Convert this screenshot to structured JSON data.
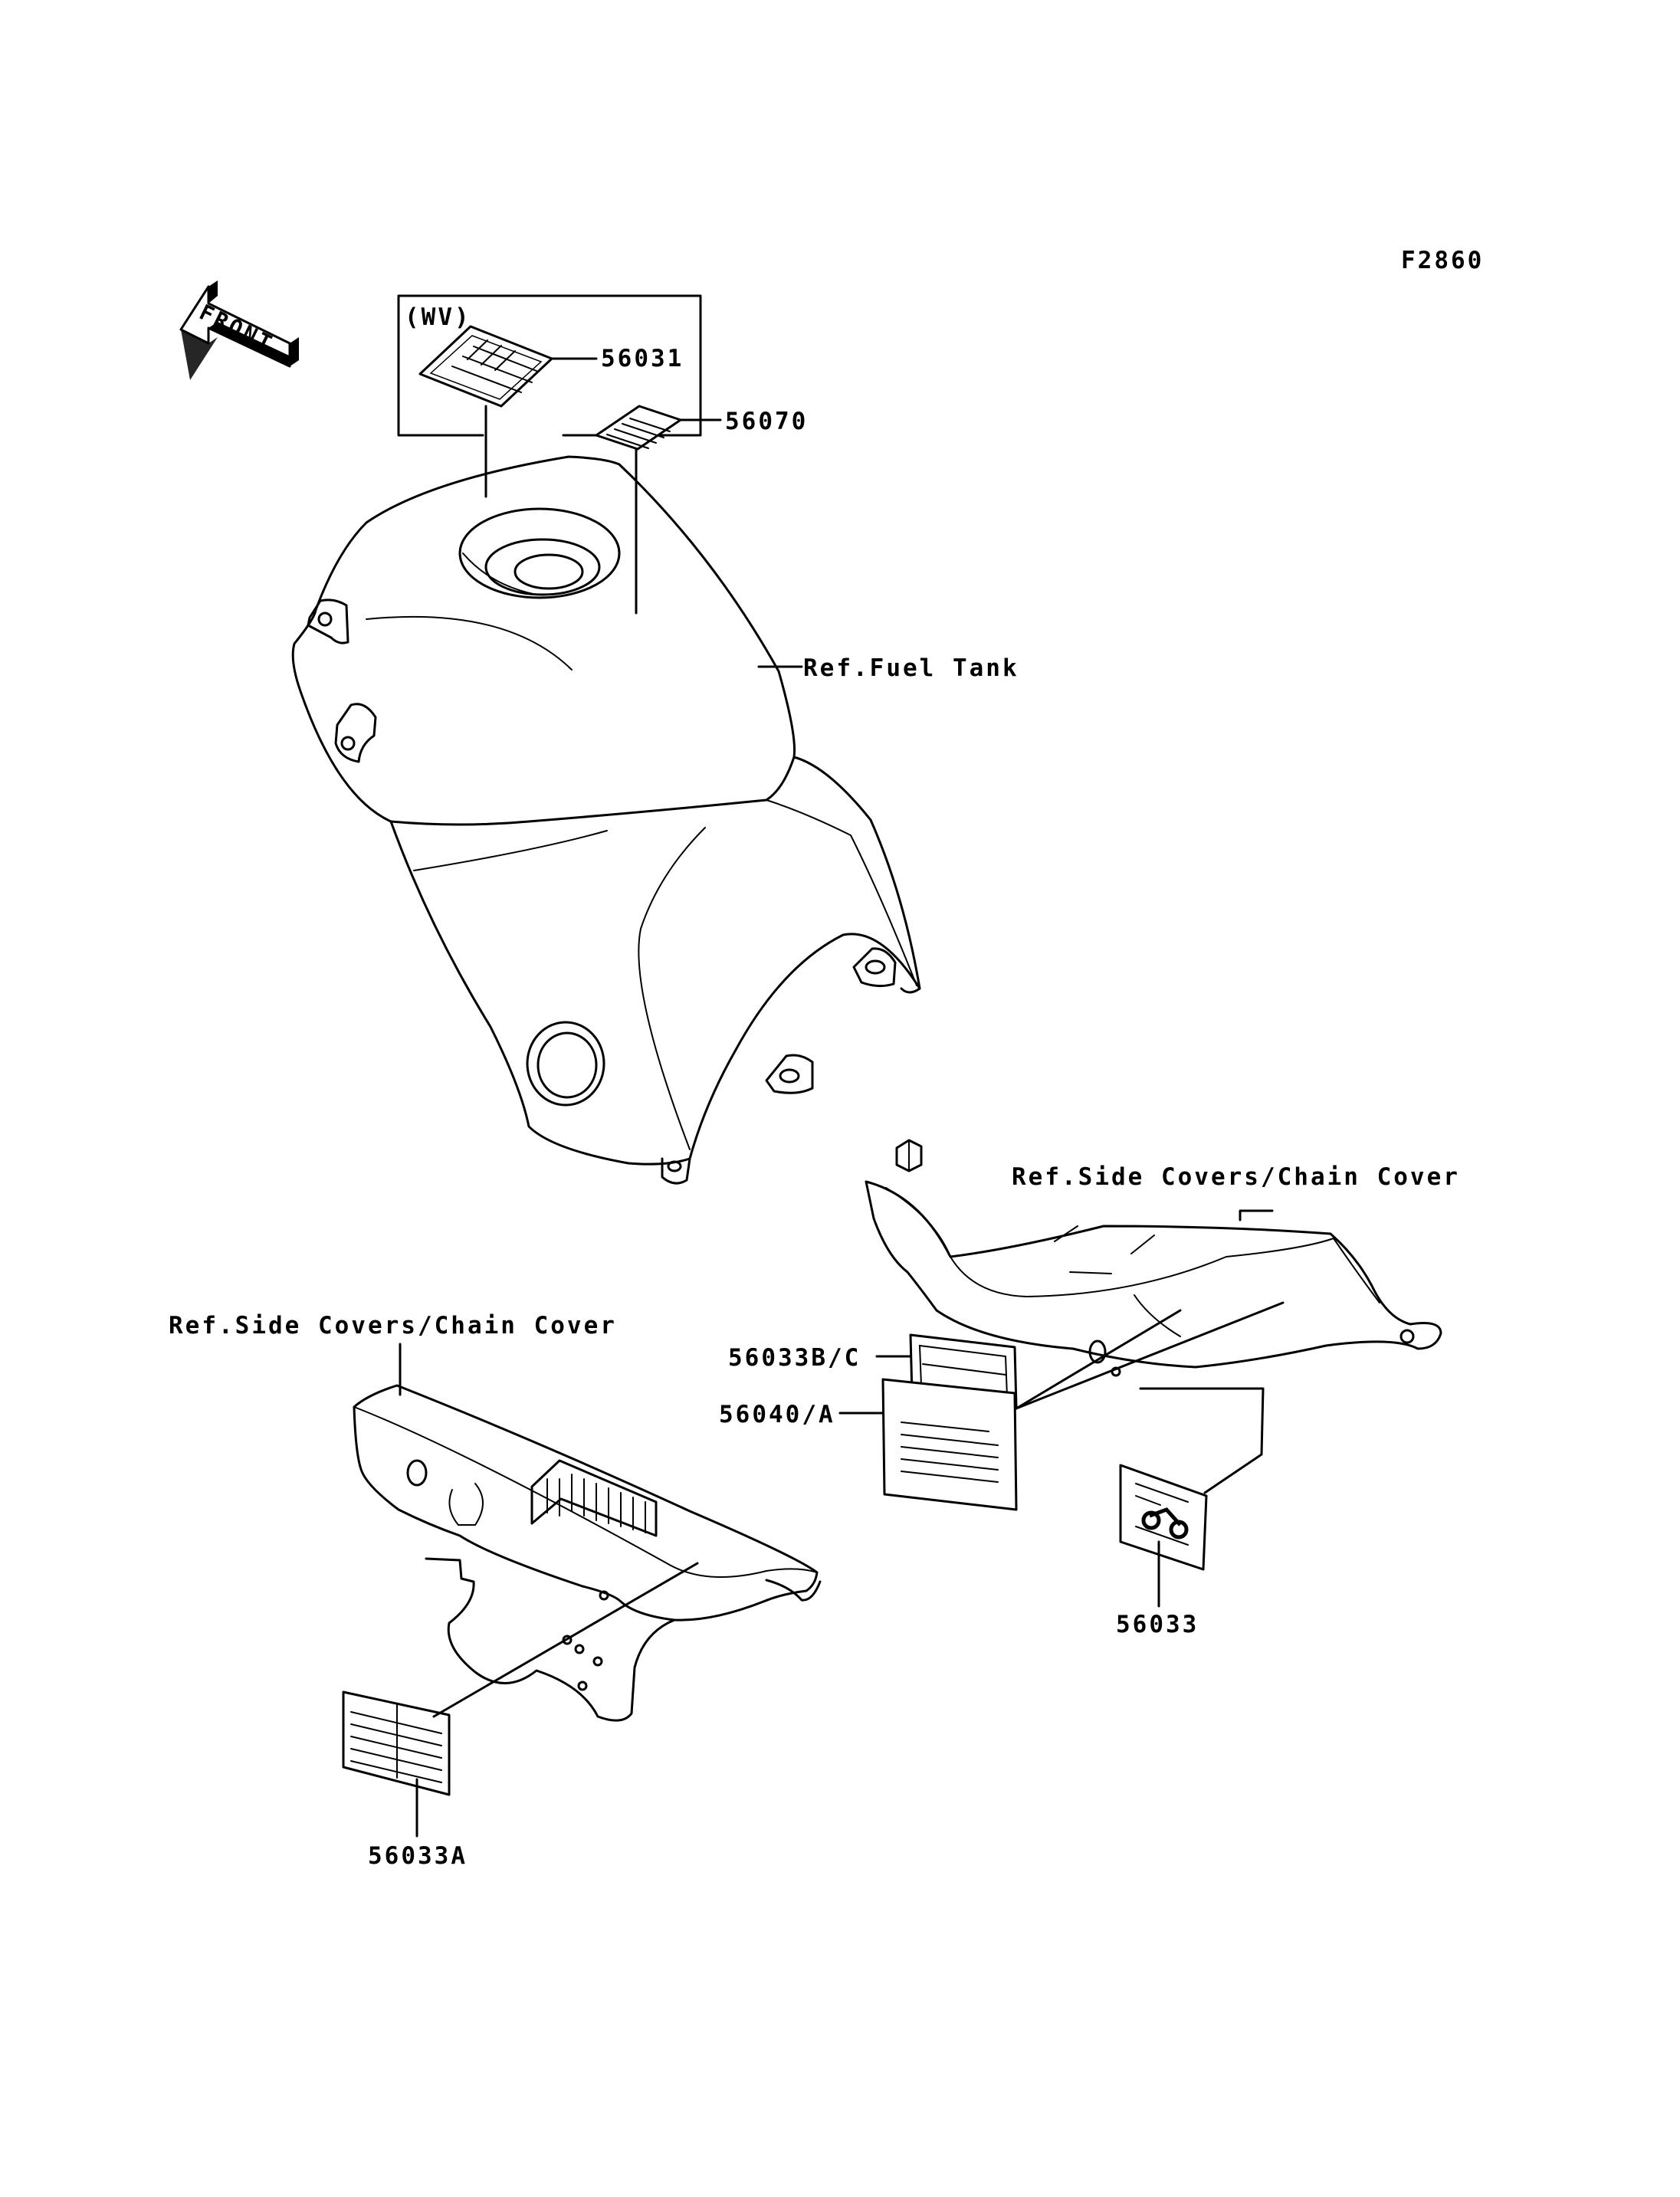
{
  "figure_code": "F2860",
  "front_arrow_label": "FRONT",
  "wv_group_label": "(WV)",
  "parts": {
    "p56031": "56031",
    "p56070": "56070",
    "p56033BC": "56033B/C",
    "p56040A": "56040/A",
    "p56033": "56033",
    "p56033A": "56033A"
  },
  "references": {
    "fuel_tank": "Ref.Fuel Tank",
    "side_covers_right": "Ref.Side Covers/Chain Cover",
    "side_covers_left": "Ref.Side Covers/Chain Cover"
  },
  "colors": {
    "ink": "#000000",
    "paper": "#ffffff"
  }
}
